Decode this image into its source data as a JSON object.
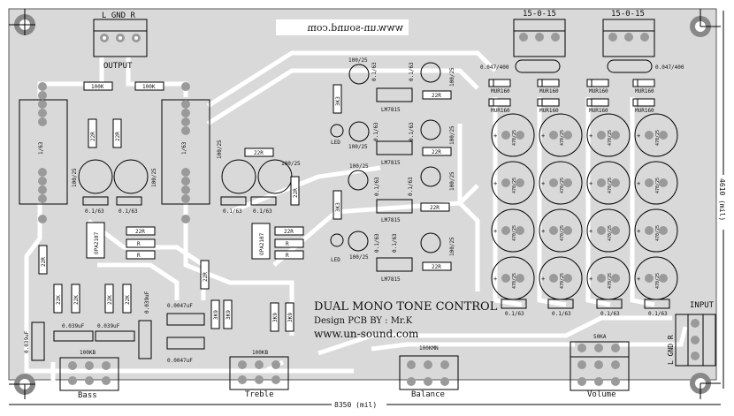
{
  "board": {
    "title": "DUAL MONO TONE CONTROL",
    "designer": "Design PCB BY : Mr.K",
    "website": "www.un-sound.com",
    "mirrored_website": "www.un-sound.com",
    "width_dim": "8350 (mil)",
    "height_dim": "4610 (mil)",
    "colors": {
      "board": "#d9d9d9",
      "trace": "#ffffff",
      "pad": "#9a9a9a",
      "silk": "#111111"
    }
  },
  "connectors": {
    "output": {
      "label": "OUTPUT",
      "pins": "L  GND  R"
    },
    "input": {
      "label": "INPUT",
      "pins": "L GND R"
    },
    "power_left": {
      "label": "15-0-15"
    },
    "power_right": {
      "label": "15-0-15"
    }
  },
  "potentiometers": [
    {
      "name": "Bass",
      "value": "100KB"
    },
    {
      "name": "Treble",
      "value": "100KB"
    },
    {
      "name": "Balance",
      "value": "100KMN"
    },
    {
      "name": "Volume",
      "value": "50KA"
    }
  ],
  "parts": {
    "r100k": "100K",
    "r22r": "22R",
    "r22k": "22K",
    "r3k3": "3K3",
    "r3k9": "3K9",
    "rR": "R",
    "cap_film": "1/63",
    "cap_small": "0.1/63",
    "cap_elec": "100/25",
    "cap_big": "470/25",
    "cap_hv": "0.047/400",
    "cap_bass": "0.039uF",
    "cap_treble": "0.0047uF",
    "opamp": "OPA2107",
    "regulator": "LM7815",
    "diode": "MUR160",
    "led": "LED"
  }
}
